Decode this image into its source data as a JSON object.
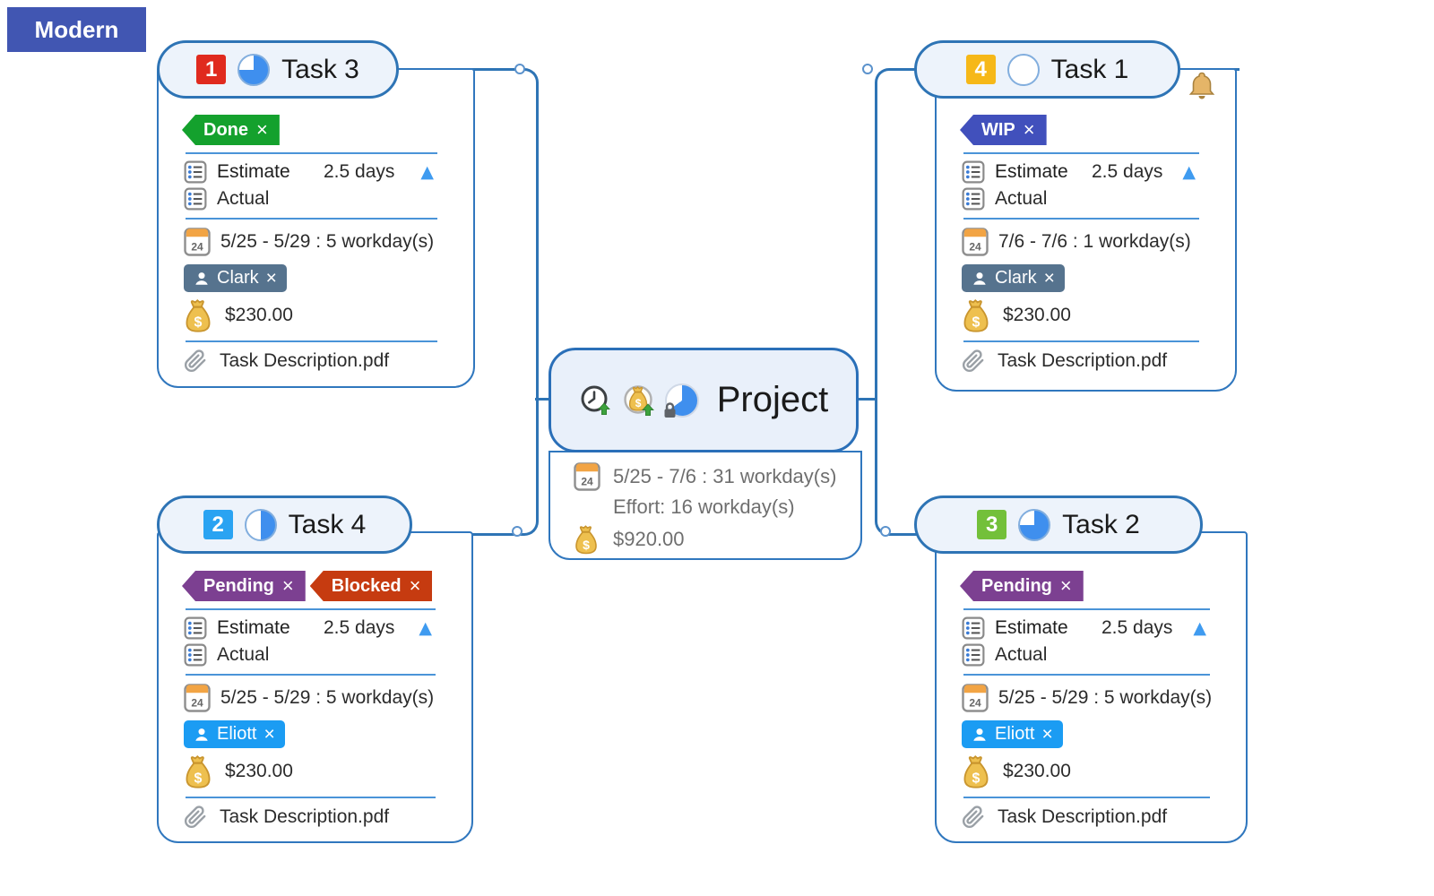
{
  "theme_label": "Modern",
  "icons": {
    "calendar_day": "24",
    "close_glyph": "×",
    "sort_up_glyph": "▲",
    "money_glyph": "$"
  },
  "project": {
    "title": "Project",
    "date": "5/25 - 7/6 : 31 workday(s)",
    "effort": "Effort: 16 workday(s)",
    "cost": "$920.00"
  },
  "tasks": [
    {
      "title": "Task 3",
      "priority": "1",
      "priority_color": "#e02a1e",
      "progress_pct": 75,
      "tags": [
        {
          "label": "Done",
          "color": "#14a12d"
        }
      ],
      "estimate_label": "Estimate",
      "estimate_value": "2.5 days",
      "actual_label": "Actual",
      "date": "5/25 - 5/29 : 5 workday(s)",
      "assignee": {
        "name": "Clark",
        "color": "#56738e"
      },
      "cost": "$230.00",
      "attachment": "Task Description.pdf"
    },
    {
      "title": "Task 1",
      "priority": "4",
      "priority_color": "#f6b818",
      "progress_pct": 0,
      "tags": [
        {
          "label": "WIP",
          "color": "#4150bc"
        }
      ],
      "estimate_label": "Estimate",
      "estimate_value": "2.5 days",
      "actual_label": "Actual",
      "date": "7/6 - 7/6 : 1 workday(s)",
      "assignee": {
        "name": "Clark",
        "color": "#56738e"
      },
      "cost": "$230.00",
      "attachment": "Task Description.pdf",
      "has_reminder": true
    },
    {
      "title": "Task 4",
      "priority": "2",
      "priority_color": "#2aa3f2",
      "progress_pct": 50,
      "tags": [
        {
          "label": "Pending",
          "color": "#7c4091"
        },
        {
          "label": "Blocked",
          "color": "#c63b10"
        }
      ],
      "estimate_label": "Estimate",
      "estimate_value": "2.5 days",
      "actual_label": "Actual",
      "date": "5/25 - 5/29 : 5 workday(s)",
      "assignee": {
        "name": "Eliott",
        "color": "#1b9cf3"
      },
      "cost": "$230.00",
      "attachment": "Task Description.pdf"
    },
    {
      "title": "Task 2",
      "priority": "3",
      "priority_color": "#73c03a",
      "progress_pct": 75,
      "tags": [
        {
          "label": "Pending",
          "color": "#7c4091"
        }
      ],
      "estimate_label": "Estimate",
      "estimate_value": "2.5 days",
      "actual_label": "Actual",
      "date": "5/25 - 5/29 : 5 workday(s)",
      "assignee": {
        "name": "Eliott",
        "color": "#1b9cf3"
      },
      "cost": "$230.00",
      "attachment": "Task Description.pdf"
    }
  ]
}
